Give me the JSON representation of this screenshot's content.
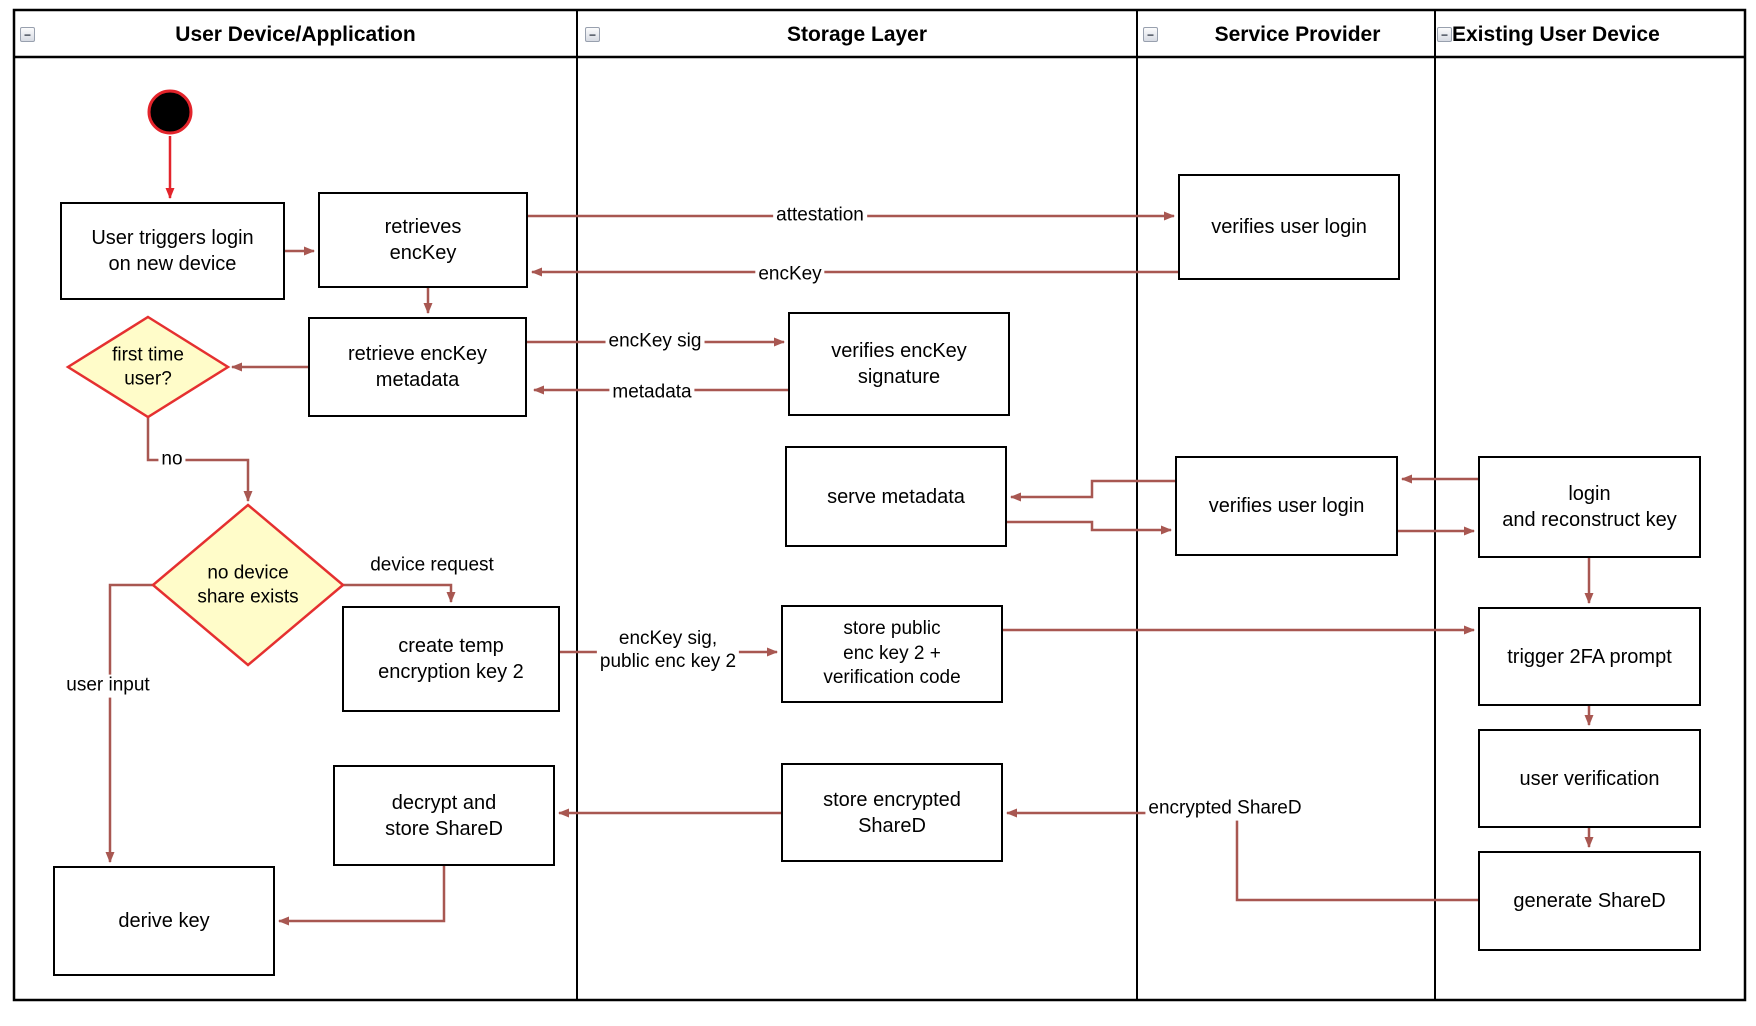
{
  "lanes": [
    {
      "title": "User Device/Application"
    },
    {
      "title": "Storage Layer"
    },
    {
      "title": "Service Provider"
    },
    {
      "title": "Existing User Device"
    }
  ],
  "icons": {
    "collapse": "−"
  },
  "nodes": {
    "user_triggers": {
      "label": "User triggers login\non new device"
    },
    "retrieves_enckey": {
      "label": "retrieves\nencKey"
    },
    "retrieve_metadata": {
      "label": "retrieve encKey\nmetadata"
    },
    "verifies_user_login_1": {
      "label": "verifies user login"
    },
    "verifies_enckey_signature": {
      "label": "verifies encKey\nsignature"
    },
    "serve_metadata": {
      "label": "serve metadata"
    },
    "verifies_user_login_2": {
      "label": "verifies user login"
    },
    "login_reconstruct": {
      "label": "login\nand reconstruct key"
    },
    "trigger_2fa": {
      "label": "trigger 2FA prompt"
    },
    "user_verification": {
      "label": "user verification"
    },
    "generate_shared": {
      "label": "generate ShareD"
    },
    "create_temp": {
      "label": "create temp\nencryption key 2"
    },
    "store_public": {
      "label": "store public\nenc key 2 +\nverification code"
    },
    "store_encrypted": {
      "label": "store encrypted\nShareD"
    },
    "decrypt_store": {
      "label": "decrypt and\nstore ShareD"
    },
    "derive_key": {
      "label": "derive key"
    }
  },
  "decisions": {
    "first_time": {
      "label": "first time\nuser?"
    },
    "no_device_share": {
      "label": "no device\nshare exists"
    }
  },
  "edge_labels": {
    "attestation": "attestation",
    "enckey": "encKey",
    "enckey_sig": "encKey sig",
    "metadata": "metadata",
    "no": "no",
    "device_request": "device request",
    "user_input": "user input",
    "enckey_sig_public": "encKey sig,\npublic enc key 2",
    "encrypted_shared": "encrypted ShareD"
  },
  "colors": {
    "arrow": "#A85751",
    "start_arrow": "#E3242B",
    "decision_fill": "#FFFCC9",
    "decision_border": "#E53030",
    "node_border": "#000000"
  }
}
